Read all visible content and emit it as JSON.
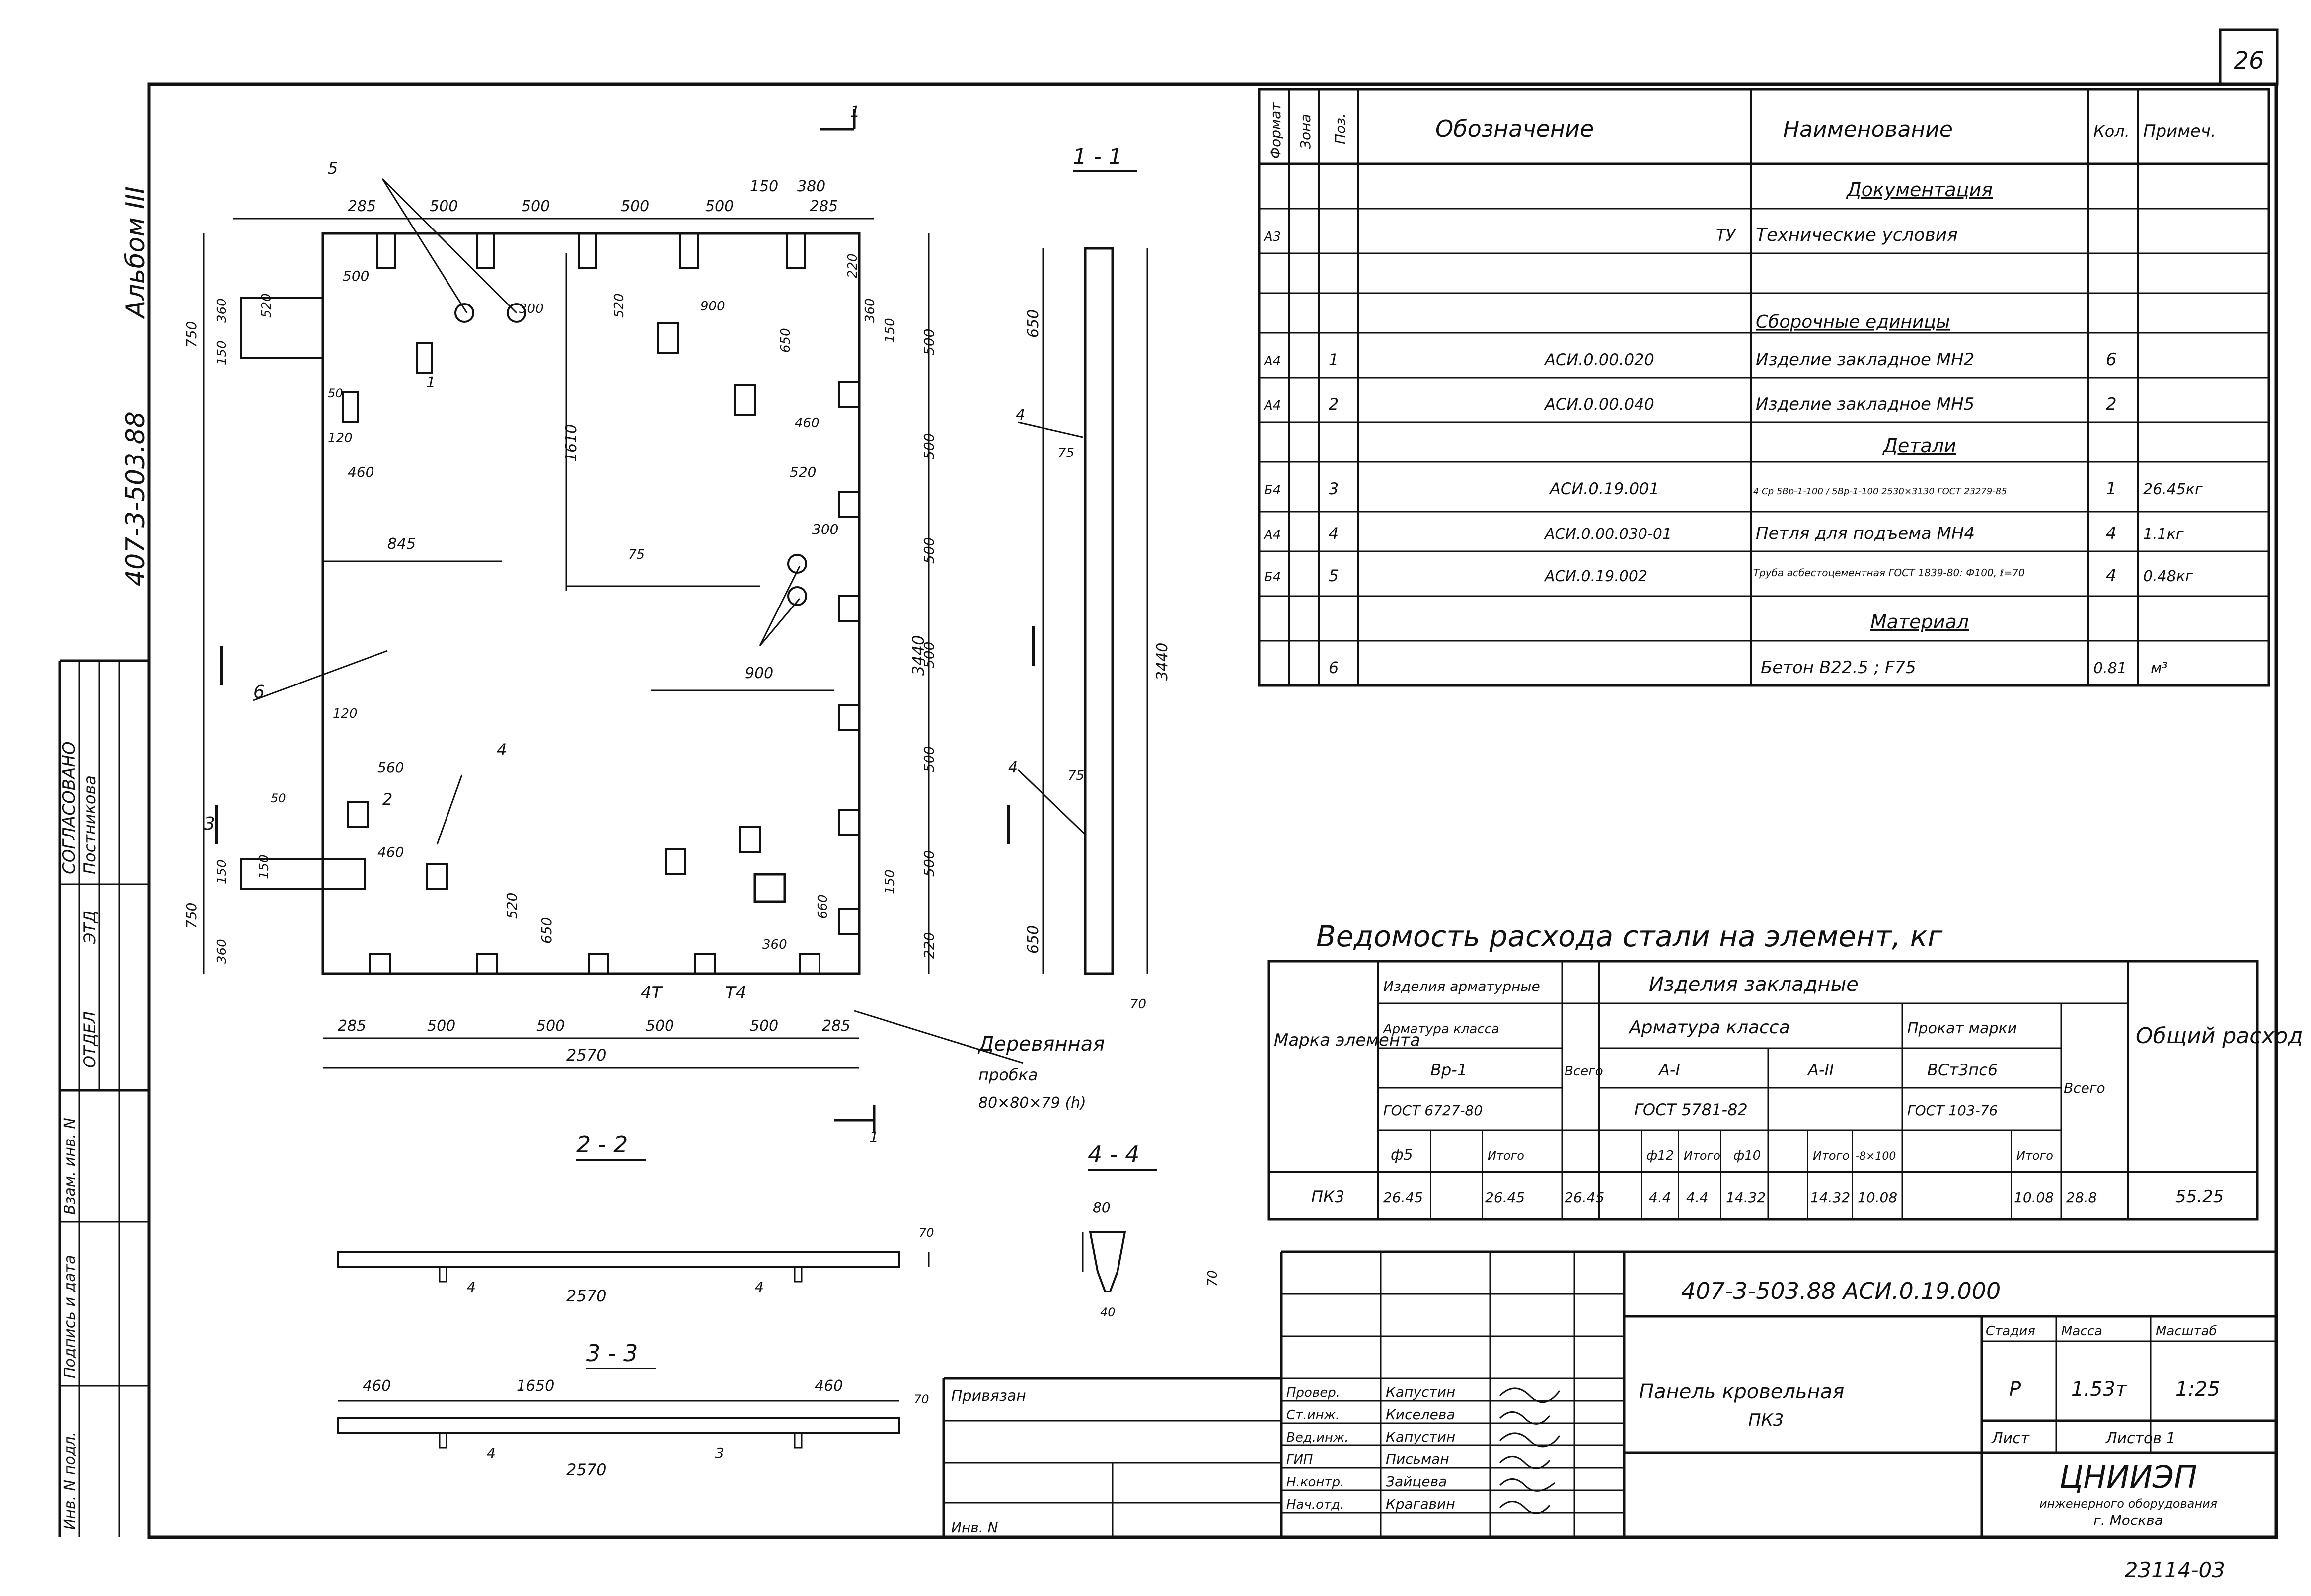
{
  "corner": {
    "sheet_number": "26",
    "footer_code": "23114-03"
  },
  "margin_labels": {
    "album": "Альбом III",
    "series": "407-3-503.88",
    "agreed": "СОГЛАСОВАНО",
    "dept_label": "ОТДЕЛ",
    "dept_code": "ЭТД",
    "person": "Постникова",
    "inv_orig": "Инв. N подл.",
    "sign_date": "Подпись и дата",
    "inv_repl": "Взам. инв. N"
  },
  "section_titles": {
    "s11": "1 - 1",
    "s22": "2 - 2",
    "s33": "3 - 3",
    "s44": "4 - 4",
    "cut_mark": "1"
  },
  "plan": {
    "dims_top": [
      "285",
      "500",
      "500",
      "500",
      "500",
      "150",
      "380",
      "285"
    ],
    "dims_bottom": [
      "285",
      "500",
      "500",
      "500",
      "500",
      "285"
    ],
    "total_width": "2570",
    "total_height": "3440",
    "left_dims": [
      "750",
      "150",
      "360",
      "520",
      "750",
      "150",
      "360"
    ],
    "right_dims": [
      "220",
      "360",
      "150",
      "500",
      "500",
      "500",
      "500",
      "500",
      "500",
      "150",
      "220"
    ],
    "inner_dims": [
      "500",
      "50",
      "120",
      "460",
      "845",
      "900",
      "520",
      "460",
      "300",
      "75",
      "1610",
      "520",
      "650",
      "520",
      "650",
      "560",
      "460",
      "120",
      "150",
      "50",
      "300",
      "360",
      "900",
      "660"
    ],
    "callouts": [
      "1",
      "2",
      "3",
      "4",
      "5",
      "6",
      "4T",
      "T4"
    ],
    "wood_plug_title": "Деревянная",
    "wood_plug_sub": "пробка",
    "wood_plug_size": "80×80×79 (h)"
  },
  "section11": {
    "dims": [
      "650",
      "75",
      "3440",
      "75",
      "650",
      "70"
    ],
    "callouts": [
      "4",
      "4"
    ]
  },
  "section22": {
    "dim": "2570",
    "callouts": [
      "4",
      "4"
    ],
    "thickness": "70"
  },
  "section33": {
    "dims": [
      "460",
      "1650",
      "460"
    ],
    "dim": "2570",
    "callouts": [
      "4",
      "3"
    ],
    "thickness": "70"
  },
  "section44": {
    "top": "80",
    "bottom": "40",
    "height": "70"
  },
  "spec": {
    "headers": [
      "Формат",
      "Зона",
      "Поз.",
      "Обозначение",
      "Наименование",
      "Кол.",
      "Примеч."
    ],
    "rows": [
      {
        "fmt": "",
        "pos": "",
        "code": "",
        "name": "Документация",
        "qty": "",
        "note": "",
        "heading": true
      },
      {
        "fmt": "А3",
        "pos": "",
        "code": "ТУ",
        "name": "Технические условия",
        "qty": "",
        "note": ""
      },
      {
        "fmt": "",
        "pos": "",
        "code": "",
        "name": "",
        "qty": "",
        "note": ""
      },
      {
        "fmt": "",
        "pos": "",
        "code": "",
        "name": "Сборочные единицы",
        "qty": "",
        "note": "",
        "heading": true
      },
      {
        "fmt": "А4",
        "pos": "1",
        "code": "АСИ.0.00.020",
        "name": "Изделие закладное МН2",
        "qty": "6",
        "note": ""
      },
      {
        "fmt": "А4",
        "pos": "2",
        "code": "АСИ.0.00.040",
        "name": "Изделие закладное МН5",
        "qty": "2",
        "note": ""
      },
      {
        "fmt": "",
        "pos": "",
        "code": "",
        "name": "Детали",
        "qty": "",
        "note": "",
        "heading": true
      },
      {
        "fmt": "Б4",
        "pos": "3",
        "code": "АСИ.0.19.001",
        "name": "4 Ср 5Вр-1-100 / 5Вр-1-100 2530×3130 ГОСТ 23279-85",
        "qty": "1",
        "note": "26.45кг"
      },
      {
        "fmt": "А4",
        "pos": "4",
        "code": "АСИ.0.00.030-01",
        "name": "Петля для подъема МН4",
        "qty": "4",
        "note": "1.1кг"
      },
      {
        "fmt": "Б4",
        "pos": "5",
        "code": "АСИ.0.19.002",
        "name": "Труба асбестоцементная ГОСТ 1839-80: Ф100, ℓ=70",
        "qty": "4",
        "note": "0.48кг"
      },
      {
        "fmt": "",
        "pos": "",
        "code": "",
        "name": "Материал",
        "qty": "",
        "note": "",
        "heading": true
      },
      {
        "fmt": "",
        "pos": "6",
        "code": "",
        "name": "Бетон В22.5 ; F75",
        "qty": "0.81",
        "note": "м³"
      }
    ]
  },
  "steel": {
    "title": "Ведомость расхода стали на элемент, кг",
    "h_mark": "Марка элемента",
    "h_arm": "Изделия арматурные",
    "h_arm_class": "Арматура класса",
    "h_brp": "Вр-1",
    "h_gost1": "ГОСТ 6727-80",
    "h_f5": "ф5",
    "h_itogo": "Итого",
    "h_vsego": "Всего",
    "h_zakl": "Изделия закладные",
    "h_arm_class2": "Арматура класса",
    "h_ai": "А-I",
    "h_aii": "А-II",
    "h_gost2": "ГОСТ 5781-82",
    "h_prokat": "Прокат марки",
    "h_vst": "ВСт3пс6",
    "h_gost3": "ГОСТ 103-76",
    "h_f12": "ф12",
    "h_f10": "ф10",
    "h_strip": "-8×100",
    "h_total": "Общий расход",
    "row": [
      "ПК3",
      "26.45",
      "",
      "26.45",
      "26.45",
      "4.4",
      "4.4",
      "14.32",
      "14.32",
      "10.08",
      "10.08",
      "28.8",
      "55.25"
    ]
  },
  "title_block": {
    "code": "407-3-503.88  АСИ.0.19.000",
    "name": "Панель кровельная",
    "mark": "ПК3",
    "stage_h": "Стадия",
    "mass_h": "Масса",
    "scale_h": "Масштаб",
    "stage": "Р",
    "mass": "1.53т",
    "scale": "1:25",
    "sheet": "Лист",
    "sheets": "Листов 1",
    "org": "ЦНИИЭП",
    "org2": "инженерного оборудования",
    "city": "г. Москва",
    "bound": "Привязан",
    "inv": "Инв. N",
    "roles": [
      "Провер.",
      "Ст.инж.",
      "Вед.инж.",
      "ГИП",
      "Н.контр.",
      "Нач.отд."
    ],
    "names": [
      "Капустин",
      "Киселева",
      "Капустин",
      "Письман",
      "Зайцева",
      "Крагавин"
    ]
  }
}
